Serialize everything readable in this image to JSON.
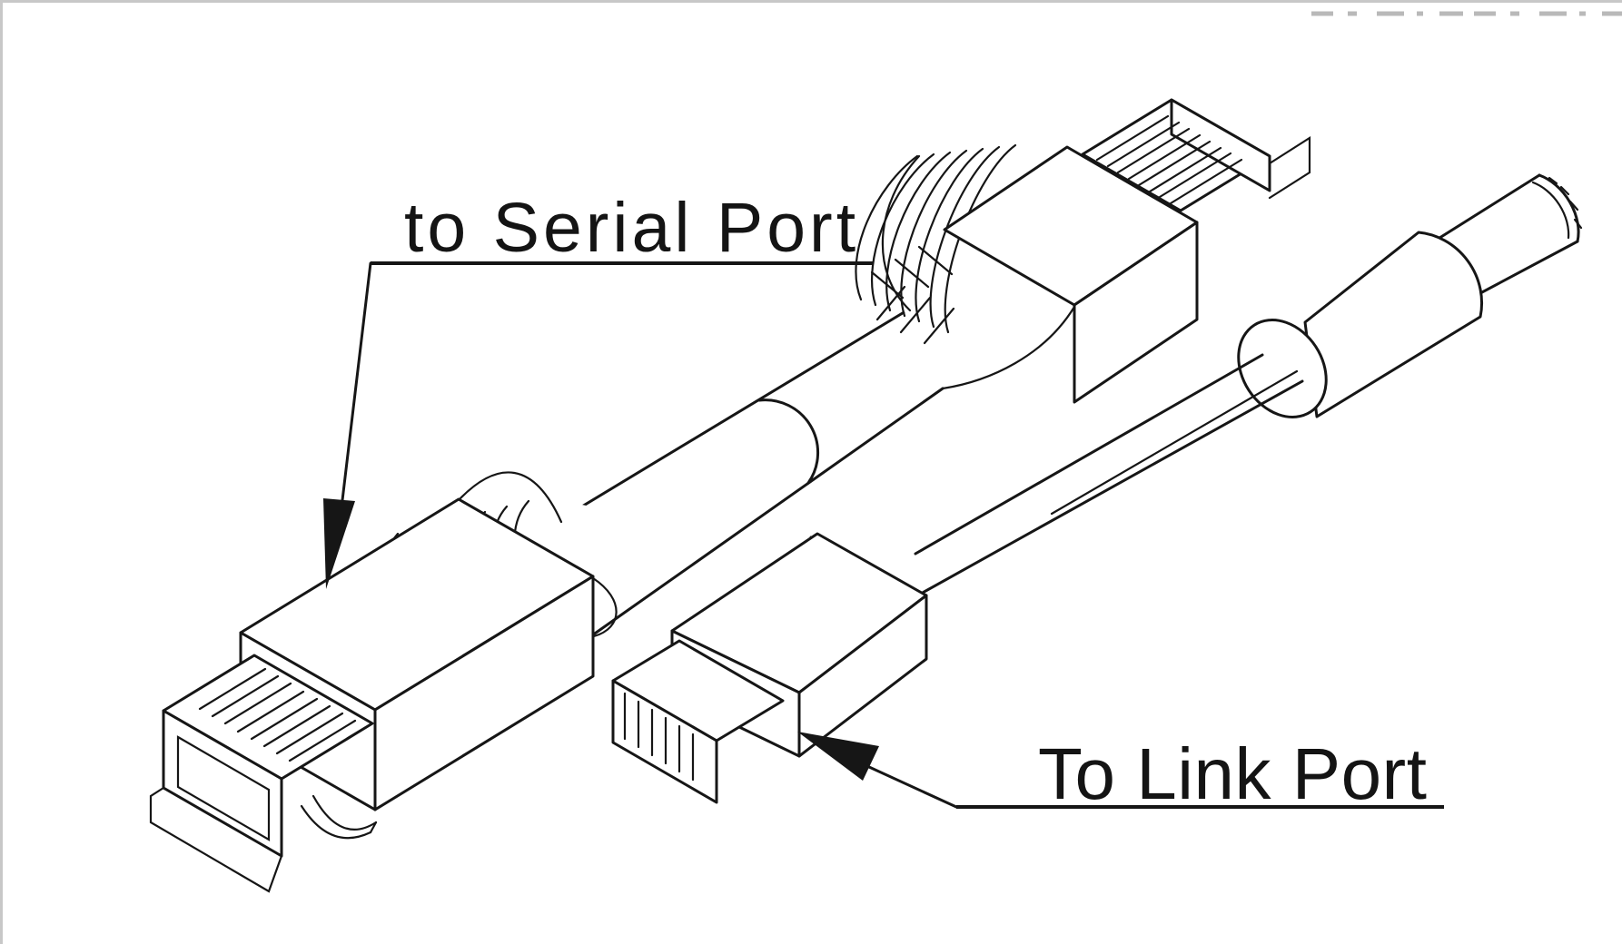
{
  "page": {
    "background_color": "#ffffff",
    "border_top_left_color": "#c8c8c8",
    "scan_artifact_color": "#b9b9b9",
    "line_color": "#161616"
  },
  "drawing": {
    "kind": "technical-line-illustration",
    "labels": [
      {
        "text": "to Serial Port",
        "target": "rj45-serial-plug"
      },
      {
        "text": "To Link Port",
        "target": "link-plug"
      }
    ],
    "components": [
      {
        "name": "rj45-serial-plug",
        "description": "large modular plug with ribbed strain-relief boot, lower left"
      },
      {
        "name": "serial-cable",
        "description": "thick cable joining the two large plugs"
      },
      {
        "name": "rj45-upper-plug",
        "description": "large modular plug with ribbed strain-relief boot, upper right"
      },
      {
        "name": "link-plug",
        "description": "small modular plug with latch, center"
      },
      {
        "name": "link-cable",
        "description": "thin two-conductor cable"
      },
      {
        "name": "ferrite-bead",
        "description": "cylindrical bead on the thin cable"
      },
      {
        "name": "dc-barrel-plug",
        "description": "barrel plug behind the bead, right edge"
      }
    ]
  }
}
